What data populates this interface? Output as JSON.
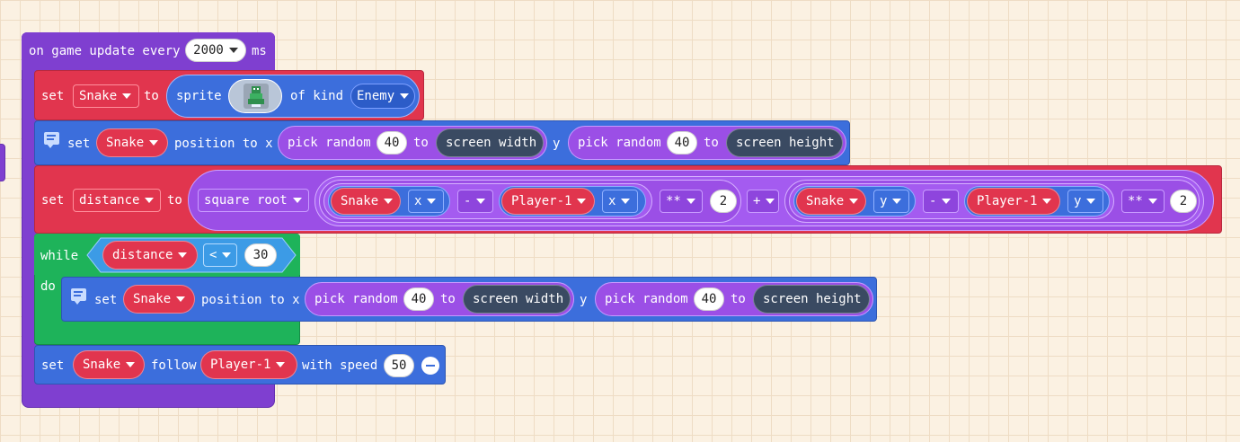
{
  "event_block": {
    "prefix": "on game update every",
    "interval": "2000",
    "suffix": "ms"
  },
  "set_sprite_block": {
    "set": "set",
    "variable": "Snake",
    "to": "to",
    "sprite_label": "sprite",
    "of_kind": "of kind",
    "kind": "Enemy",
    "sprite_icon": "snake-sprite-icon"
  },
  "position_block_1": {
    "set": "set",
    "variable": "Snake",
    "position_to_x": "position to x",
    "pick_random_x": "pick random",
    "min_x": "40",
    "to_x": "to",
    "max_x": "screen width",
    "y": "y",
    "pick_random_y": "pick random",
    "min_y": "40",
    "to_y": "to",
    "max_y": "screen height"
  },
  "distance_block": {
    "set": "set",
    "variable": "distance",
    "to": "to",
    "function": "square root",
    "term1": {
      "sprite": "Snake",
      "prop": "x",
      "op": "-",
      "sprite2": "Player-1",
      "prop2": "x",
      "pow": "**",
      "exp": "2"
    },
    "plus": "+",
    "term2": {
      "sprite": "Snake",
      "prop": "y",
      "op": "-",
      "sprite2": "Player-1",
      "prop2": "y",
      "pow": "**",
      "exp": "2"
    }
  },
  "while_block": {
    "while": "while",
    "do": "do",
    "variable": "distance",
    "operator": "<",
    "value": "30"
  },
  "position_block_2": {
    "set": "set",
    "variable": "Snake",
    "position_to_x": "position to x",
    "pick_random_x": "pick random",
    "min_x": "40",
    "to_x": "to",
    "max_x": "screen width",
    "y": "y",
    "pick_random_y": "pick random",
    "min_y": "40",
    "to_y": "to",
    "max_y": "screen height"
  },
  "follow_block": {
    "set": "set",
    "variable": "Snake",
    "follow": "follow",
    "target": "Player-1",
    "with_speed": "with speed",
    "speed": "50"
  },
  "colors": {
    "event": "#7f3fd0",
    "sprites": "#e1354e",
    "blue": "#3c6edc",
    "loops": "#1eb35a",
    "math": "#9b4fe6"
  }
}
